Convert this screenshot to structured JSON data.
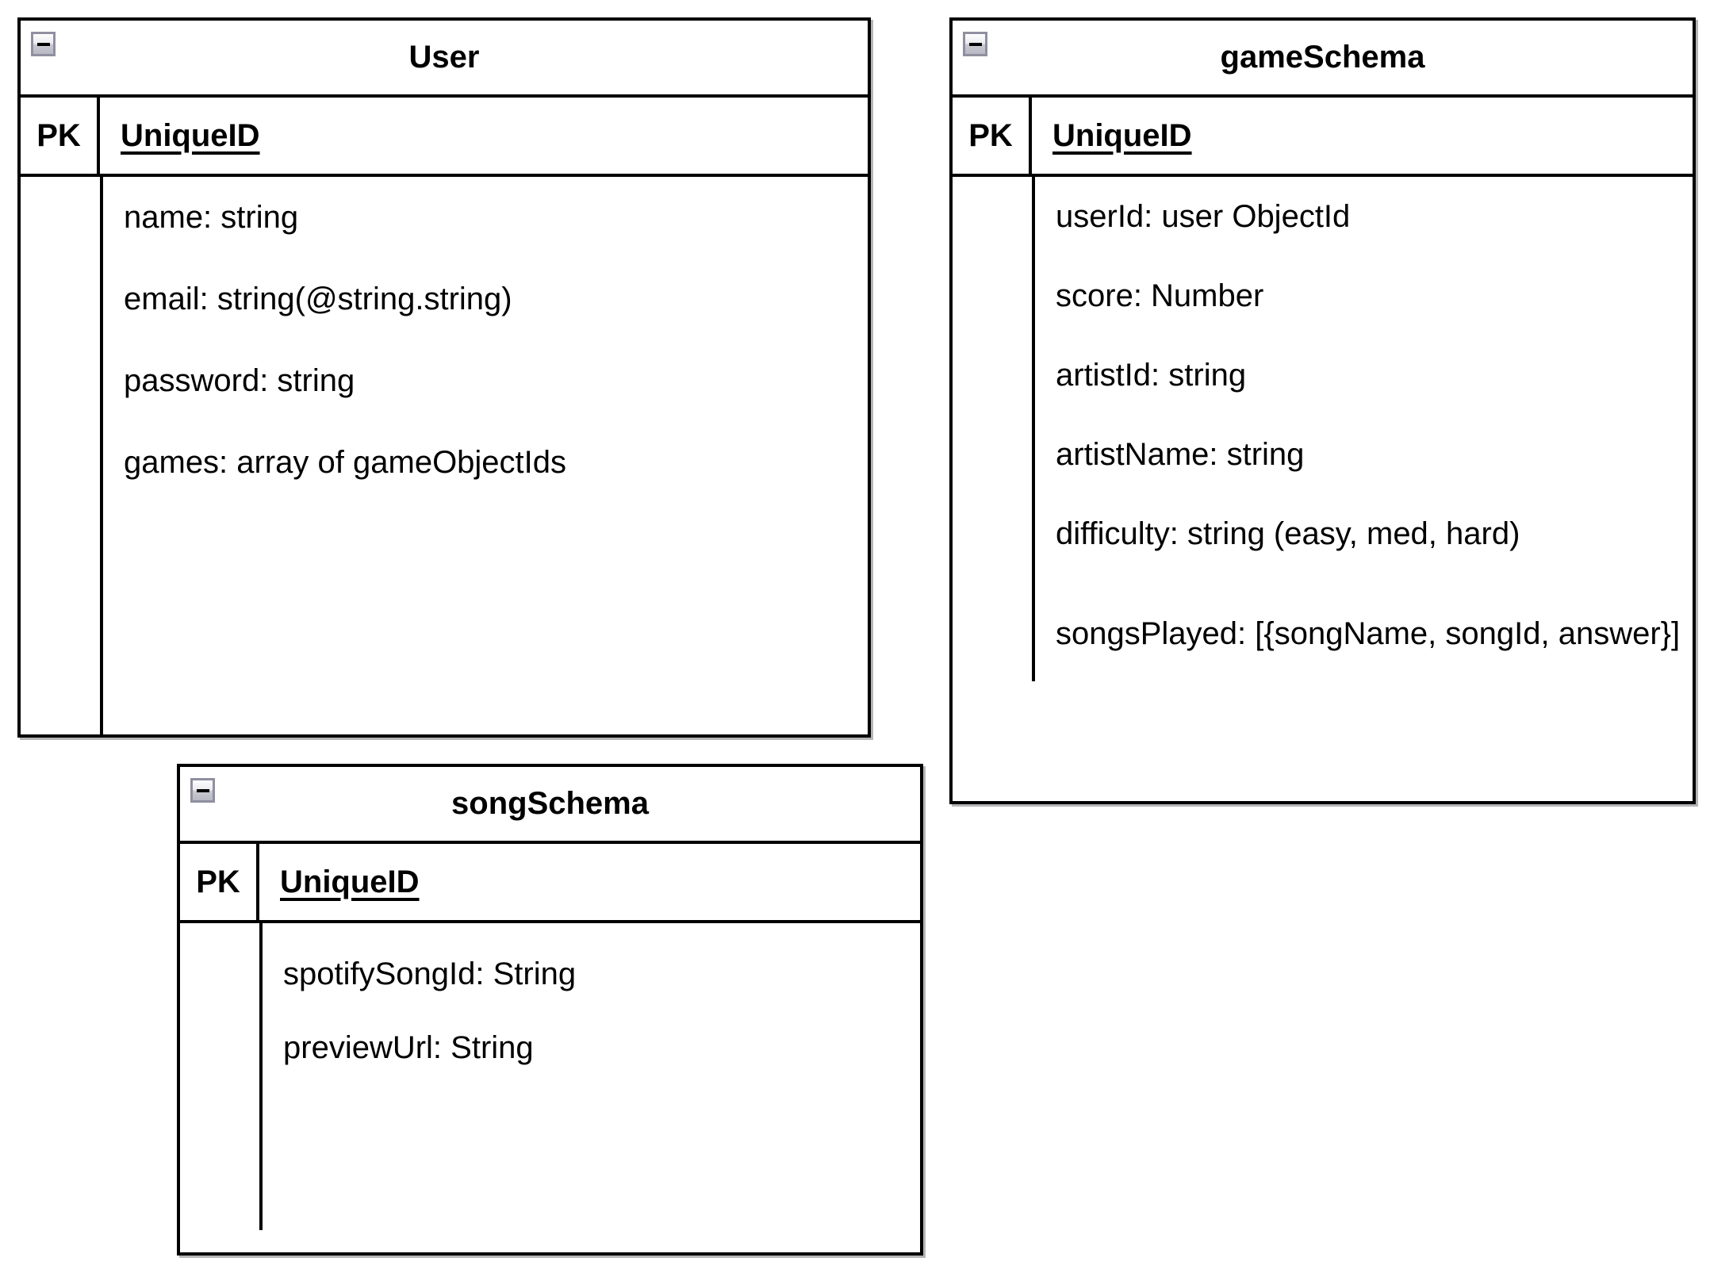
{
  "entities": [
    {
      "title": "User",
      "pk_label": "PK",
      "pk_field": "UniqueID",
      "fields": [
        "name: string",
        "email: string(@string.string)",
        "password: string",
        "games: array of gameObjectIds"
      ]
    },
    {
      "title": "gameSchema",
      "pk_label": "PK",
      "pk_field": "UniqueID",
      "fields": [
        "userId: user ObjectId",
        "score: Number",
        "artistId: string",
        "artistName: string",
        "difficulty: string (easy, med, hard)",
        "songsPlayed: [{songName, songId, answer}]"
      ]
    },
    {
      "title": "songSchema",
      "pk_label": "PK",
      "pk_field": "UniqueID",
      "fields": [
        "spotifySongId: String",
        "previewUrl: String"
      ]
    }
  ],
  "icons": {
    "collapse_button": "minus-icon"
  },
  "colors": {
    "line": "#000000",
    "background": "#ffffff",
    "button_border": "#8f8fa0",
    "shadow": "#78787d"
  }
}
